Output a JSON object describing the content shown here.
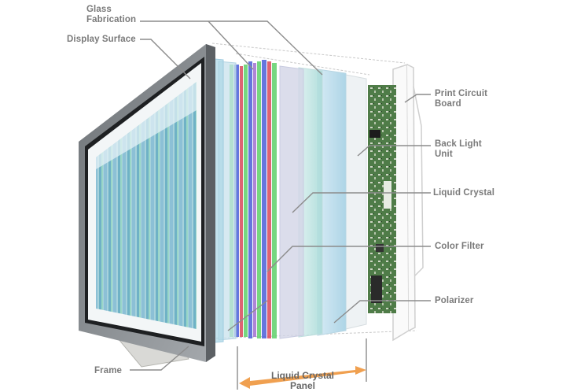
{
  "diagram": {
    "subject": "LCD monitor exploded view",
    "labels_left": [
      {
        "id": "glass-fabrication",
        "text": "Glass\nFabrication"
      },
      {
        "id": "display-surface",
        "text": "Display Surface"
      },
      {
        "id": "frame",
        "text": "Frame"
      }
    ],
    "labels_right": [
      {
        "id": "print-circuit-board",
        "text": "Print Circuit\nBoard"
      },
      {
        "id": "back-light-unit",
        "text": "Back Light\nUnit"
      },
      {
        "id": "liquid-crystal",
        "text": "Liquid Crystal"
      },
      {
        "id": "color-filter",
        "text": "Color Filter"
      },
      {
        "id": "polarizer",
        "text": "Polarizer"
      }
    ],
    "bottom_label": {
      "id": "liquid-crystal-panel",
      "text": "Liquid Crystal\nPanel"
    },
    "colors": {
      "label_text": "#7a7a7a",
      "leader_line": "#8c8c8c",
      "frame": "#8e9296",
      "arrow": "#f0a050",
      "pcb": "#3f6e3c",
      "filter_red": "#d8485a",
      "filter_green": "#5ed06a",
      "filter_blue": "#4a5ed8"
    }
  }
}
